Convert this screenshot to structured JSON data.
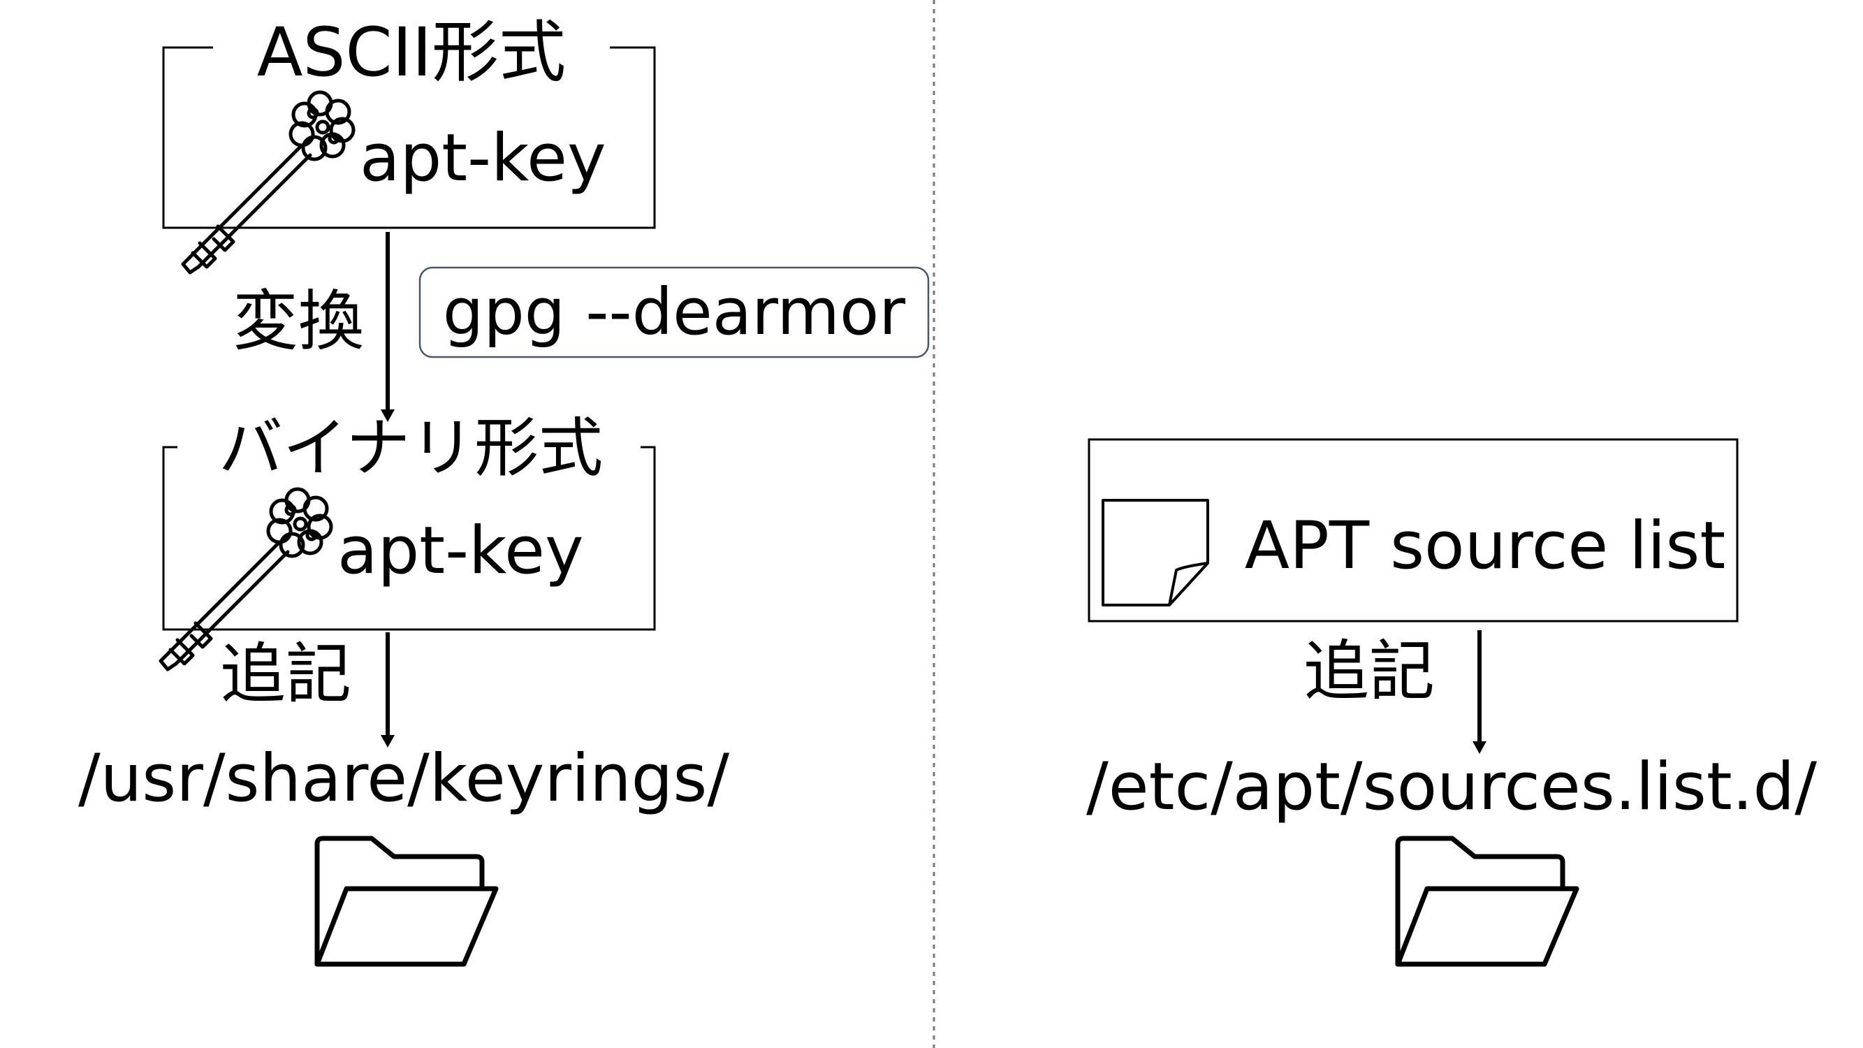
{
  "left": {
    "ascii_group": {
      "title": "ASCII形式",
      "key_label": "apt-key"
    },
    "convert_label": "変換",
    "command": "gpg --dearmor",
    "binary_group": {
      "title": "バイナリ形式",
      "key_label": "apt-key"
    },
    "append_label": "追記",
    "dest_path": "/usr/share/keyrings/"
  },
  "right": {
    "source_box_label": "APT source list",
    "append_label": "追記",
    "dest_path": "/etc/apt/sources.list.d/"
  },
  "icons": {
    "key": "key-icon",
    "document": "document-icon",
    "folder": "folder-open-icon"
  },
  "colors": {
    "stroke": "#000000",
    "divider": "#777777",
    "command_border": "#4a5566",
    "background": "#ffffff"
  }
}
